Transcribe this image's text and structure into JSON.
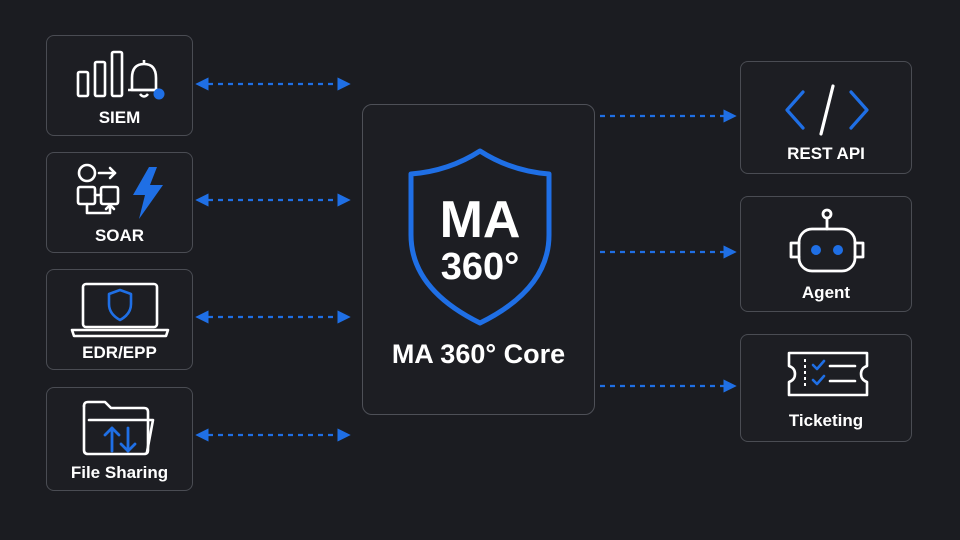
{
  "core": {
    "title": "MA 360° Core",
    "badge_top": "MA",
    "badge_bottom": "360°",
    "icon": "shield-icon"
  },
  "left_integrations": [
    {
      "label": "SIEM",
      "icon": "bar-chart-bell-icon"
    },
    {
      "label": "SOAR",
      "icon": "workflow-lightning-icon"
    },
    {
      "label": "EDR/EPP",
      "icon": "laptop-shield-icon"
    },
    {
      "label": "File Sharing",
      "icon": "folder-transfer-icon"
    }
  ],
  "right_integrations": [
    {
      "label": "REST API",
      "icon": "code-brackets-icon"
    },
    {
      "label": "Agent",
      "icon": "robot-icon"
    },
    {
      "label": "Ticketing",
      "icon": "ticket-checklist-icon"
    }
  ],
  "colors": {
    "background": "#1b1c21",
    "accent": "#1f6fe5",
    "card_border": "#4a4c53",
    "icon_stroke": "#ffffff"
  }
}
